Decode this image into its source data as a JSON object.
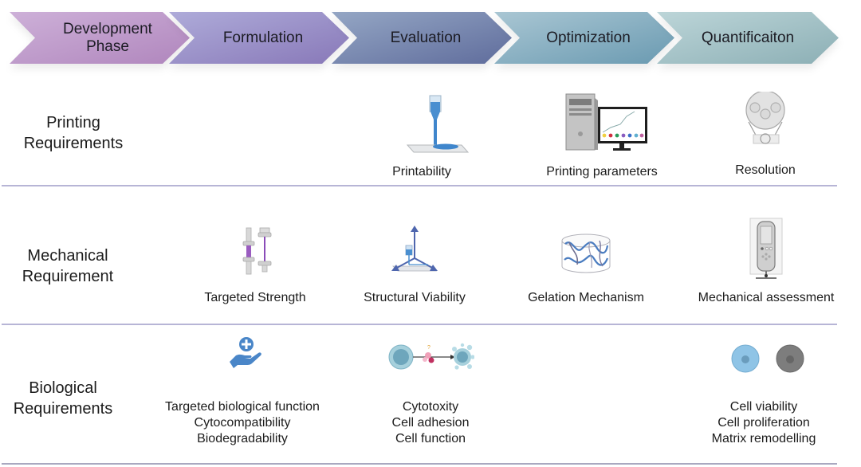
{
  "header": {
    "phases": [
      {
        "label": "Development Phase",
        "color_start": "#c9a9d4",
        "color_end": "#b38ac0"
      },
      {
        "label": "Formulation",
        "color_start": "#a9a6d6",
        "color_end": "#8b7fbd"
      },
      {
        "label": "Evaluation",
        "color_start": "#8d9bc2",
        "color_end": "#66739f"
      },
      {
        "label": "Optimization",
        "color_start": "#a3c3d0",
        "color_end": "#6f9db3"
      },
      {
        "label": "Quantificaiton",
        "color_start": "#b7d1d4",
        "color_end": "#8fb0b6"
      }
    ]
  },
  "rows": [
    {
      "label": "Printing Requirements",
      "items": [
        {
          "column": "Evaluation",
          "icon": "bioprinter-nozzle-icon",
          "text": "Printability"
        },
        {
          "column": "Optimization",
          "icon": "computer-monitor-icon",
          "text": "Printing parameters"
        },
        {
          "column": "Quantificaiton",
          "icon": "gear-resolution-icon",
          "text": "Resolution"
        }
      ]
    },
    {
      "label": "Mechanical Requirement",
      "items": [
        {
          "column": "Formulation",
          "icon": "tensile-test-icon",
          "text": "Targeted Strength"
        },
        {
          "column": "Evaluation",
          "icon": "3d-axes-icon",
          "text": "Structural Viability"
        },
        {
          "column": "Optimization",
          "icon": "polymer-network-icon",
          "text": "Gelation Mechanism"
        },
        {
          "column": "Quantificaiton",
          "icon": "handheld-tester-icon",
          "text": "Mechanical assessment"
        }
      ]
    },
    {
      "label": "Biological Requirements",
      "items": [
        {
          "column": "Formulation",
          "icon": "hand-plus-icon",
          "lines": [
            "Targeted biological function",
            "Cytocompatibility",
            "Biodegradability"
          ]
        },
        {
          "column": "Evaluation",
          "icon": "cell-interaction-icon",
          "lines": [
            "Cytotoxity",
            "Cell adhesion",
            "Cell function"
          ]
        },
        {
          "column": "Quantificaiton",
          "icon": "cells-icon",
          "lines": [
            "Cell viability",
            "Cell proliferation",
            "Matrix remodelling"
          ]
        }
      ]
    }
  ],
  "colors": {
    "divider": "#b7b5d6",
    "icon_blue": "#4a86c8",
    "icon_purple": "#8a5cb8",
    "cell_blue": "#8fc4e6",
    "cell_grey": "#7d7d7d"
  }
}
